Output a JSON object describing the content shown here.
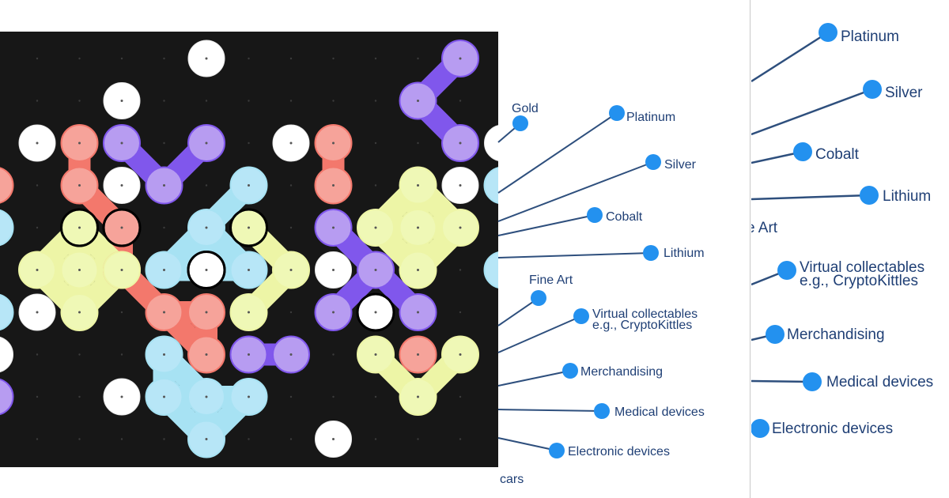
{
  "colors": {
    "board_bg": "#171717",
    "grid_dot": "#3c3c3c",
    "white_node": "#ffffff",
    "red": "#f6a39a",
    "purple": "#b79cf1",
    "blue": "#b7e6f7",
    "yellow": "#eff8b6",
    "link_red": "#f3786c",
    "link_purple": "#8057ec",
    "link_blue": "#a7e2f3",
    "link_yellow": "#edf5a6",
    "line": "#2e4f7d",
    "dot": "#2391ef",
    "text": "#1f3f75"
  },
  "game": {
    "clusters": [
      {
        "id": "red-left",
        "color": "red",
        "cells": [
          [
            2,
            3
          ],
          [
            2,
            4
          ],
          [
            3,
            5
          ],
          [
            3,
            6
          ],
          [
            4,
            7
          ],
          [
            5,
            7
          ],
          [
            5,
            8
          ]
        ]
      },
      {
        "id": "yellow-left",
        "color": "yellow",
        "cells": [
          [
            2,
            5
          ],
          [
            1,
            6
          ],
          [
            2,
            6
          ],
          [
            3,
            6
          ],
          [
            2,
            7
          ]
        ]
      },
      {
        "id": "purple-top",
        "color": "purple",
        "cells": [
          [
            3,
            3
          ],
          [
            4,
            4
          ],
          [
            5,
            3
          ]
        ]
      },
      {
        "id": "blue-bridge",
        "color": "blue",
        "cells": [
          [
            6,
            4
          ],
          [
            5,
            5
          ],
          [
            4,
            6
          ],
          [
            5,
            6
          ],
          [
            6,
            6
          ]
        ]
      },
      {
        "id": "yellow-mid",
        "color": "yellow",
        "cells": [
          [
            6,
            5
          ],
          [
            7,
            6
          ],
          [
            6,
            7
          ]
        ]
      },
      {
        "id": "purple-mid",
        "color": "purple",
        "cells": [
          [
            6,
            8
          ],
          [
            7,
            8
          ]
        ]
      },
      {
        "id": "blue-bottom",
        "color": "blue",
        "cells": [
          [
            4,
            8
          ],
          [
            5,
            9
          ],
          [
            4,
            9
          ],
          [
            6,
            9
          ],
          [
            5,
            10
          ]
        ]
      },
      {
        "id": "red-right",
        "color": "red",
        "cells": [
          [
            8,
            3
          ],
          [
            8,
            4
          ]
        ]
      },
      {
        "id": "purple-right",
        "color": "purple",
        "cells": [
          [
            8,
            5
          ],
          [
            9,
            6
          ],
          [
            8,
            7
          ],
          [
            10,
            7
          ]
        ]
      },
      {
        "id": "yellow-right",
        "color": "yellow",
        "cells": [
          [
            10,
            4
          ],
          [
            9,
            5
          ],
          [
            10,
            5
          ],
          [
            11,
            5
          ],
          [
            10,
            6
          ]
        ]
      },
      {
        "id": "red-bottom-right",
        "color": "red",
        "cells": [
          [
            10,
            8
          ]
        ]
      },
      {
        "id": "yellow-bottom-right",
        "color": "yellow",
        "cells": [
          [
            9,
            8
          ],
          [
            10,
            9
          ],
          [
            11,
            8
          ]
        ]
      },
      {
        "id": "purple-top-right",
        "color": "purple",
        "cells": [
          [
            11,
            1
          ],
          [
            10,
            2
          ],
          [
            11,
            3
          ]
        ]
      },
      {
        "id": "blue-right-edge",
        "color": "blue",
        "cells": [
          [
            12,
            4
          ],
          [
            12,
            6
          ]
        ]
      },
      {
        "id": "blue-left-edge",
        "color": "blue",
        "cells": [
          [
            0,
            5
          ],
          [
            0,
            7
          ]
        ]
      },
      {
        "id": "purple-left-edge",
        "color": "purple",
        "cells": [
          [
            0,
            9
          ]
        ]
      },
      {
        "id": "red-left-edge",
        "color": "red",
        "cells": [
          [
            0,
            4
          ]
        ]
      }
    ],
    "white_nodes": [
      [
        5,
        1
      ],
      [
        3,
        2
      ],
      [
        1,
        3
      ],
      [
        7,
        3
      ],
      [
        3,
        4
      ],
      [
        11,
        4
      ],
      [
        12,
        3
      ],
      [
        5,
        6
      ],
      [
        8,
        6
      ],
      [
        1,
        7
      ],
      [
        9,
        7
      ],
      [
        0,
        8
      ],
      [
        3,
        9
      ],
      [
        8,
        10
      ]
    ],
    "selected_nodes": [
      [
        2,
        5
      ],
      [
        6,
        5
      ],
      [
        3,
        5
      ],
      [
        5,
        6
      ],
      [
        9,
        7
      ]
    ]
  },
  "materials_panel": {
    "labels": [
      {
        "id": "gold",
        "text": "Gold"
      },
      {
        "id": "platinum",
        "text": "Platinum"
      },
      {
        "id": "silver",
        "text": "Silver"
      },
      {
        "id": "cobalt",
        "text": "Cobalt"
      },
      {
        "id": "lithium",
        "text": "Lithium"
      },
      {
        "id": "fine-art",
        "text": "Fine Art"
      },
      {
        "id": "virtual-collectables",
        "text": "Virtual collectables",
        "text2": "e.g., CryptoKittles"
      },
      {
        "id": "merchandising",
        "text": "Merchandising"
      },
      {
        "id": "medical-devices",
        "text": "Medical devices"
      },
      {
        "id": "electronic-devices",
        "text": "Electronic devices"
      },
      {
        "id": "cars",
        "text": "cars"
      }
    ]
  },
  "zoom_panel": {
    "labels": [
      {
        "id": "platinum",
        "text": "Platinum"
      },
      {
        "id": "silver",
        "text": "Silver"
      },
      {
        "id": "cobalt",
        "text": "Cobalt"
      },
      {
        "id": "lithium",
        "text": "Lithium"
      },
      {
        "id": "fine-art",
        "text": "e Art"
      },
      {
        "id": "virtual-collectables",
        "text": "Virtual collectables",
        "text2": "e.g., CryptoKittles"
      },
      {
        "id": "merchandising",
        "text": "Merchandising"
      },
      {
        "id": "medical-devices",
        "text": "Medical devices"
      },
      {
        "id": "electronic-devices",
        "text": "Electronic devices"
      }
    ]
  }
}
